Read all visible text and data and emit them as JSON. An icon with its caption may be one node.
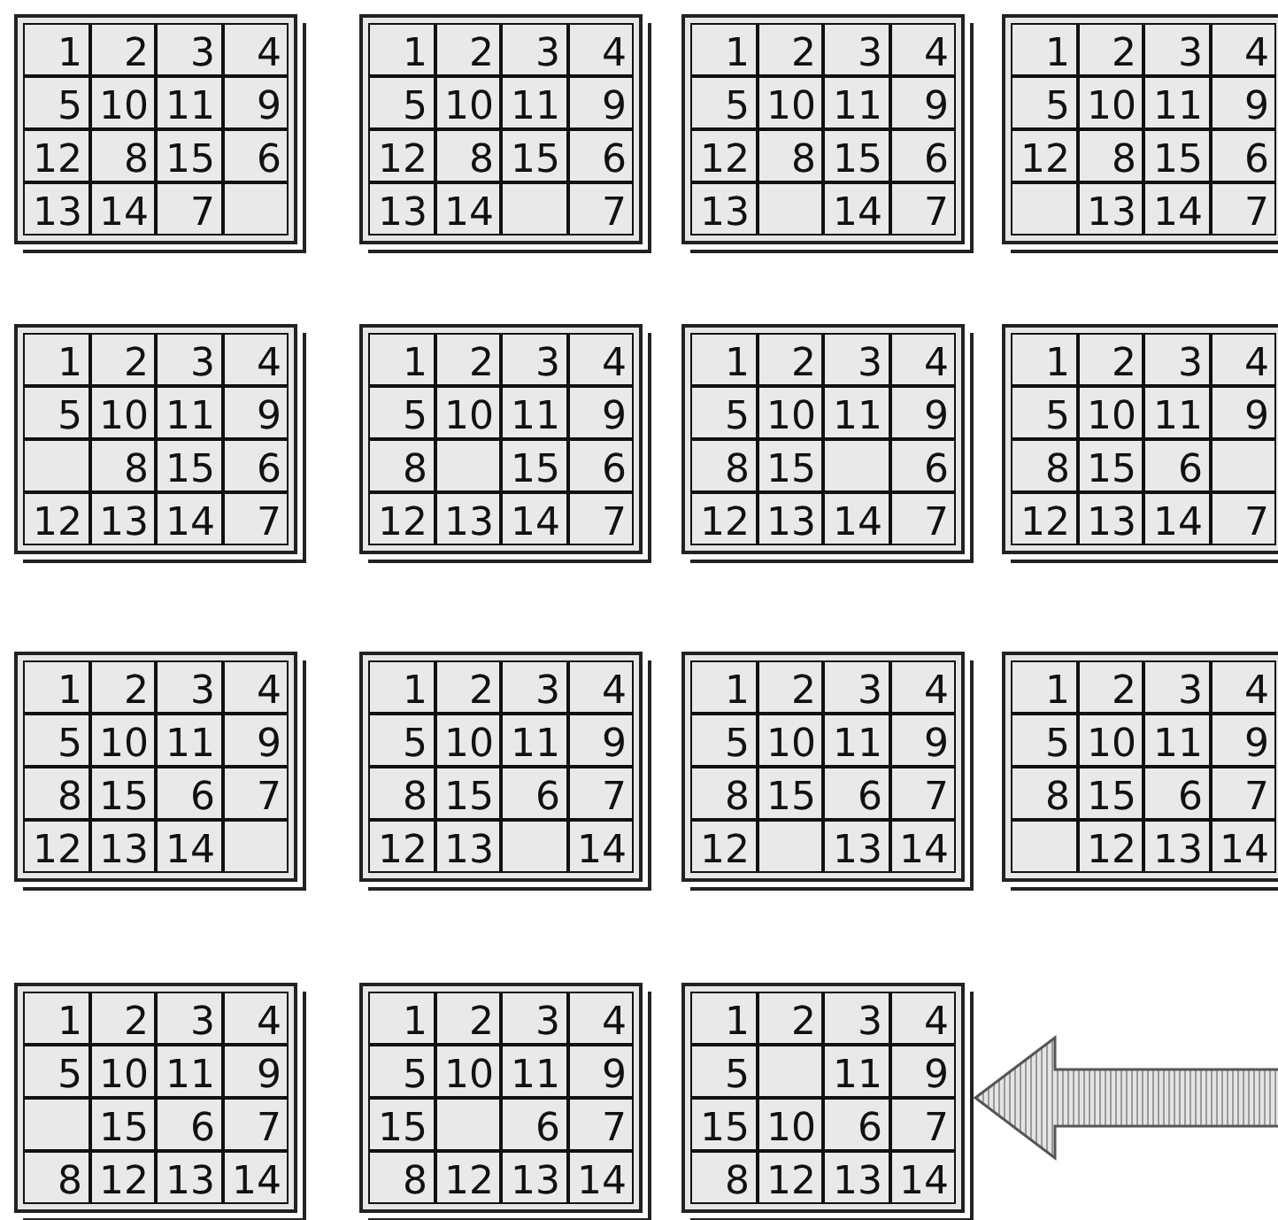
{
  "diagram": {
    "nodes": [
      {
        "text": [],
        "shape": "box"
      },
      {
        "text": [
          "1"
        ],
        "in": 0
      },
      {
        "text": [
          "2"
        ],
        "in": 0
      },
      {
        "text": [
          "3"
        ],
        "in": 0
      },
      {
        "text": [
          "4"
        ],
        "in": 0
      },
      {
        "text": [
          "5"
        ],
        "in": 0
      },
      {
        "text": [
          "10"
        ],
        "in": 0
      },
      {
        "text": [
          "11"
        ],
        "in": 0
      },
      {
        "text": [
          "9"
        ],
        "in": 0
      },
      {
        "text": [
          "12"
        ],
        "in": 0
      },
      {
        "text": [
          "8"
        ],
        "in": 0
      },
      {
        "text": [
          "15"
        ],
        "in": 0
      },
      {
        "text": [
          "6"
        ],
        "in": 0
      },
      {
        "text": [
          "13"
        ],
        "in": 0
      },
      {
        "text": [
          "14"
        ],
        "in": 0
      },
      {
        "text": [
          "7"
        ],
        "in": 0
      },
      {
        "text": [],
        "shape": "box",
        "in": 0
      },
      {
        "text": [],
        "shape": "box"
      },
      {
        "text": [
          "1"
        ],
        "in": 17
      },
      {
        "text": [
          "2"
        ],
        "in": 17
      },
      {
        "text": [
          "3"
        ],
        "in": 17
      },
      {
        "text": [
          "4"
        ],
        "in": 17
      },
      {
        "text": [
          "5"
        ],
        "in": 17
      },
      {
        "text": [
          "10"
        ],
        "in": 17
      },
      {
        "text": [
          "11"
        ],
        "in": 17
      },
      {
        "text": [
          "9"
        ],
        "in": 17
      },
      {
        "text": [
          "12"
        ],
        "in": 17
      },
      {
        "text": [
          "8"
        ],
        "in": 17
      },
      {
        "text": [
          "15"
        ],
        "in": 17
      },
      {
        "text": [
          "6"
        ],
        "in": 17
      },
      {
        "text": [
          "13"
        ],
        "in": 17
      },
      {
        "text": [
          "14"
        ],
        "in": 17
      },
      {
        "text": [],
        "shape": "box",
        "in": 17
      },
      {
        "text": [
          "7"
        ],
        "in": 17
      },
      {
        "text": [],
        "shape": "box"
      },
      {
        "text": [
          "1"
        ],
        "in": 34
      },
      {
        "text": [
          "2"
        ],
        "in": 34
      },
      {
        "text": [
          "3"
        ],
        "in": 34
      },
      {
        "text": [
          "4"
        ],
        "in": 34
      },
      {
        "text": [
          "5"
        ],
        "in": 34
      },
      {
        "text": [
          "10"
        ],
        "in": 34
      },
      {
        "text": [
          "11"
        ],
        "in": 34
      },
      {
        "text": [
          "9"
        ],
        "in": 34
      },
      {
        "text": [
          "12"
        ],
        "in": 34
      },
      {
        "text": [
          "8"
        ],
        "in": 34
      },
      {
        "text": [
          "15"
        ],
        "in": 34
      },
      {
        "text": [
          "6"
        ],
        "in": 34
      },
      {
        "text": [
          "13"
        ],
        "in": 34
      },
      {
        "text": [],
        "shape": "box",
        "in": 34
      },
      {
        "text": [
          "14"
        ],
        "in": 34
      },
      {
        "text": [
          "7"
        ],
        "in": 34
      },
      {
        "text": [],
        "shape": "box"
      },
      {
        "text": [
          "1"
        ],
        "in": 51
      },
      {
        "text": [
          "2"
        ],
        "in": 51
      },
      {
        "text": [
          "3"
        ],
        "in": 51
      },
      {
        "text": [
          "4"
        ],
        "in": 51
      },
      {
        "text": [
          "5"
        ],
        "in": 51
      },
      {
        "text": [
          "10"
        ],
        "in": 51
      },
      {
        "text": [
          "11"
        ],
        "in": 51
      },
      {
        "text": [
          "9"
        ],
        "in": 51
      },
      {
        "text": [
          "12"
        ],
        "in": 51
      },
      {
        "text": [
          "8"
        ],
        "in": 51
      },
      {
        "text": [
          "15"
        ],
        "in": 51
      },
      {
        "text": [
          "6"
        ],
        "in": 51
      },
      {
        "text": [],
        "shape": "box",
        "in": 51
      },
      {
        "text": [
          "13"
        ],
        "in": 51
      },
      {
        "text": [
          "14"
        ],
        "in": 51
      },
      {
        "text": [
          "7"
        ],
        "in": 51
      },
      {
        "text": [],
        "shape": "box"
      },
      {
        "text": [
          "1"
        ],
        "in": 68
      },
      {
        "text": [
          "2"
        ],
        "in": 68
      },
      {
        "text": [
          "3"
        ],
        "in": 68
      },
      {
        "text": [
          "4"
        ],
        "in": 68
      },
      {
        "text": [
          "5"
        ],
        "in": 68
      },
      {
        "text": [
          "10"
        ],
        "in": 68
      },
      {
        "text": [
          "11"
        ],
        "in": 68
      },
      {
        "text": [
          "9"
        ],
        "in": 68
      },
      {
        "text": [],
        "shape": "box",
        "in": 68
      },
      {
        "text": [
          "8"
        ],
        "in": 68
      },
      {
        "text": [
          "15"
        ],
        "in": 68
      },
      {
        "text": [
          "6"
        ],
        "in": 68
      },
      {
        "text": [
          "12"
        ],
        "in": 68
      },
      {
        "text": [
          "13"
        ],
        "in": 68
      },
      {
        "text": [
          "14"
        ],
        "in": 68
      },
      {
        "text": [
          "7"
        ],
        "in": 68
      },
      {
        "text": [],
        "shape": "box"
      },
      {
        "text": [
          "1"
        ],
        "in": 85
      },
      {
        "text": [
          "2"
        ],
        "in": 85
      },
      {
        "text": [
          "3"
        ],
        "in": 85
      },
      {
        "text": [
          "4"
        ],
        "in": 85
      },
      {
        "text": [
          "5"
        ],
        "in": 85
      },
      {
        "text": [
          "10"
        ],
        "in": 85
      },
      {
        "text": [
          "11"
        ],
        "in": 85
      },
      {
        "text": [
          "9"
        ],
        "in": 85
      },
      {
        "text": [
          "8"
        ],
        "in": 85
      },
      {
        "text": [],
        "shape": "box",
        "in": 85
      },
      {
        "text": [
          "15"
        ],
        "in": 85
      },
      {
        "text": [
          "6"
        ],
        "in": 85
      },
      {
        "text": [
          "12"
        ],
        "in": 85
      },
      {
        "text": [
          "13"
        ],
        "in": 85
      },
      {
        "text": [
          "14"
        ],
        "in": 85
      },
      {
        "text": [
          "7"
        ],
        "in": 85
      },
      {
        "text": [],
        "shape": "box"
      },
      {
        "text": [
          "1"
        ],
        "in": 102
      },
      {
        "text": [
          "2"
        ],
        "in": 102
      },
      {
        "text": [
          "3"
        ],
        "in": 102
      },
      {
        "text": [
          "4"
        ],
        "in": 102
      },
      {
        "text": [
          "5"
        ],
        "in": 102
      },
      {
        "text": [
          "10"
        ],
        "in": 102
      },
      {
        "text": [
          "11"
        ],
        "in": 102
      },
      {
        "text": [
          "9"
        ],
        "in": 102
      },
      {
        "text": [
          "8"
        ],
        "in": 102
      },
      {
        "text": [
          "15"
        ],
        "in": 102
      },
      {
        "text": [],
        "shape": "box",
        "in": 102
      },
      {
        "text": [
          "6"
        ],
        "in": 102
      },
      {
        "text": [
          "12"
        ],
        "in": 102
      },
      {
        "text": [
          "13"
        ],
        "in": 102
      },
      {
        "text": [
          "14"
        ],
        "in": 102
      },
      {
        "text": [
          "7"
        ],
        "in": 102
      },
      {
        "text": [],
        "shape": "box"
      },
      {
        "text": [
          "1"
        ],
        "in": 119
      },
      {
        "text": [
          "2"
        ],
        "in": 119
      },
      {
        "text": [
          "3"
        ],
        "in": 119
      },
      {
        "text": [
          "4"
        ],
        "in": 119
      },
      {
        "text": [
          "5"
        ],
        "in": 119
      },
      {
        "text": [
          "10"
        ],
        "in": 119
      },
      {
        "text": [
          "11"
        ],
        "in": 119
      },
      {
        "text": [
          "9"
        ],
        "in": 119
      },
      {
        "text": [
          "8"
        ],
        "in": 119
      },
      {
        "text": [
          "15"
        ],
        "in": 119
      },
      {
        "text": [
          "6"
        ],
        "in": 119
      },
      {
        "text": [],
        "shape": "box",
        "in": 119
      },
      {
        "text": [
          "12"
        ],
        "in": 119
      },
      {
        "text": [
          "13"
        ],
        "in": 119
      },
      {
        "text": [
          "14"
        ],
        "in": 119
      },
      {
        "text": [
          "7"
        ],
        "in": 119
      },
      {
        "text": [],
        "shape": "box"
      },
      {
        "text": [
          "1"
        ],
        "in": 136
      },
      {
        "text": [
          "2"
        ],
        "in": 136
      },
      {
        "text": [
          "3"
        ],
        "in": 136
      },
      {
        "text": [
          "4"
        ],
        "in": 136
      },
      {
        "text": [
          "5"
        ],
        "in": 136
      },
      {
        "text": [
          "10"
        ],
        "in": 136
      },
      {
        "text": [
          "11"
        ],
        "in": 136
      },
      {
        "text": [
          "9"
        ],
        "in": 136
      },
      {
        "text": [
          "8"
        ],
        "in": 136
      },
      {
        "text": [
          "15"
        ],
        "in": 136
      },
      {
        "text": [
          "6"
        ],
        "in": 136
      },
      {
        "text": [
          "7"
        ],
        "in": 136
      },
      {
        "text": [
          "12"
        ],
        "in": 136
      },
      {
        "text": [
          "13"
        ],
        "in": 136
      },
      {
        "text": [
          "14"
        ],
        "in": 136
      },
      {
        "text": [],
        "shape": "box",
        "in": 136
      },
      {
        "text": [],
        "shape": "box"
      },
      {
        "text": [
          "1"
        ],
        "in": 153
      },
      {
        "text": [
          "2"
        ],
        "in": 153
      },
      {
        "text": [
          "3"
        ],
        "in": 153
      },
      {
        "text": [
          "4"
        ],
        "in": 153
      },
      {
        "text": [
          "5"
        ],
        "in": 153
      },
      {
        "text": [
          "10"
        ],
        "in": 153
      },
      {
        "text": [
          "11"
        ],
        "in": 153
      },
      {
        "text": [
          "9"
        ],
        "in": 153
      },
      {
        "text": [
          "8"
        ],
        "in": 153
      },
      {
        "text": [
          "15"
        ],
        "in": 153
      },
      {
        "text": [
          "6"
        ],
        "in": 153
      },
      {
        "text": [
          "7"
        ],
        "in": 153
      },
      {
        "text": [
          "12"
        ],
        "in": 153
      },
      {
        "text": [
          "13"
        ],
        "in": 153
      },
      {
        "text": [],
        "shape": "box",
        "in": 153
      },
      {
        "text": [
          "14"
        ],
        "in": 153
      },
      {
        "text": [],
        "shape": "box"
      },
      {
        "text": [
          "1"
        ],
        "in": 170
      },
      {
        "text": [
          "2"
        ],
        "in": 170
      },
      {
        "text": [
          "3"
        ],
        "in": 170
      },
      {
        "text": [
          "4"
        ],
        "in": 170
      },
      {
        "text": [
          "5"
        ],
        "in": 170
      },
      {
        "text": [
          "10"
        ],
        "in": 170
      },
      {
        "text": [
          "11"
        ],
        "in": 170
      },
      {
        "text": [
          "9"
        ],
        "in": 170
      },
      {
        "text": [
          "8"
        ],
        "in": 170
      },
      {
        "text": [
          "15"
        ],
        "in": 170
      },
      {
        "text": [
          "6"
        ],
        "in": 170
      },
      {
        "text": [
          "7"
        ],
        "in": 170
      },
      {
        "text": [
          "12"
        ],
        "in": 170
      },
      {
        "text": [],
        "shape": "box",
        "in": 170
      },
      {
        "text": [
          "13"
        ],
        "in": 170
      },
      {
        "text": [
          "14"
        ],
        "in": 170
      },
      {
        "text": [],
        "shape": "box"
      },
      {
        "text": [
          "1"
        ],
        "in": 187
      },
      {
        "text": [
          "2"
        ],
        "in": 187
      },
      {
        "text": [
          "3"
        ],
        "in": 187
      },
      {
        "text": [
          "4"
        ],
        "in": 187
      },
      {
        "text": [
          "5"
        ],
        "in": 187
      },
      {
        "text": [
          "10"
        ],
        "in": 187
      },
      {
        "text": [
          "11"
        ],
        "in": 187
      },
      {
        "text": [
          "9"
        ],
        "in": 187
      },
      {
        "text": [
          "8"
        ],
        "in": 187
      },
      {
        "text": [
          "15"
        ],
        "in": 187
      },
      {
        "text": [
          "6"
        ],
        "in": 187
      },
      {
        "text": [
          "7"
        ],
        "in": 187
      },
      {
        "text": [],
        "shape": "box",
        "in": 187
      },
      {
        "text": [
          "12"
        ],
        "in": 187
      },
      {
        "text": [
          "13"
        ],
        "in": 187
      },
      {
        "text": [
          "14"
        ],
        "in": 187
      },
      {
        "text": [],
        "shape": "box"
      },
      {
        "text": [
          "1"
        ],
        "in": 204
      },
      {
        "text": [
          "2"
        ],
        "in": 204
      },
      {
        "text": [
          "3"
        ],
        "in": 204
      },
      {
        "text": [
          "4"
        ],
        "in": 204
      },
      {
        "text": [
          "5"
        ],
        "in": 204
      },
      {
        "text": [
          "10"
        ],
        "in": 204
      },
      {
        "text": [
          "11"
        ],
        "in": 204
      },
      {
        "text": [
          "9"
        ],
        "in": 204
      },
      {
        "text": [],
        "shape": "box",
        "in": 204
      },
      {
        "text": [
          "15"
        ],
        "in": 204
      },
      {
        "text": [
          "6"
        ],
        "in": 204
      },
      {
        "text": [
          "7"
        ],
        "in": 204
      },
      {
        "text": [
          "8"
        ],
        "in": 204
      },
      {
        "text": [
          "12"
        ],
        "in": 204
      },
      {
        "text": [
          "13"
        ],
        "in": 204
      },
      {
        "text": [
          "14"
        ],
        "in": 204
      },
      {
        "text": [],
        "shape": "box"
      },
      {
        "text": [
          "1"
        ],
        "in": 221
      },
      {
        "text": [
          "2"
        ],
        "in": 221
      },
      {
        "text": [
          "3"
        ],
        "in": 221
      },
      {
        "text": [
          "4"
        ],
        "in": 221
      },
      {
        "text": [
          "5"
        ],
        "in": 221
      },
      {
        "text": [
          "10"
        ],
        "in": 221
      },
      {
        "text": [
          "11"
        ],
        "in": 221
      },
      {
        "text": [
          "9"
        ],
        "in": 221
      },
      {
        "text": [
          "15"
        ],
        "in": 221
      },
      {
        "text": [],
        "shape": "box",
        "in": 221
      },
      {
        "text": [
          "6"
        ],
        "in": 221
      },
      {
        "text": [
          "7"
        ],
        "in": 221
      },
      {
        "text": [
          "8"
        ],
        "in": 221
      },
      {
        "text": [
          "12"
        ],
        "in": 221
      },
      {
        "text": [
          "13"
        ],
        "in": 221
      },
      {
        "text": [
          "14"
        ],
        "in": 221
      },
      {
        "text": [],
        "shape": "box"
      },
      {
        "text": [
          "1"
        ],
        "in": 238
      },
      {
        "text": [
          "2"
        ],
        "in": 238
      },
      {
        "text": [
          "3"
        ],
        "in": 238
      },
      {
        "text": [
          "4"
        ],
        "in": 238
      },
      {
        "text": [
          "5"
        ],
        "in": 238
      },
      {
        "text": [],
        "shape": "box",
        "in": 238
      },
      {
        "text": [
          "11"
        ],
        "in": 238
      },
      {
        "text": [
          "9"
        ],
        "in": 238
      },
      {
        "text": [
          "15"
        ],
        "in": 238
      },
      {
        "text": [
          "10"
        ],
        "in": 238
      },
      {
        "text": [
          "6"
        ],
        "in": 238
      },
      {
        "text": [
          "7"
        ],
        "in": 238
      },
      {
        "text": [
          "8"
        ],
        "in": 238
      },
      {
        "text": [
          "12"
        ],
        "in": 238
      },
      {
        "text": [
          "13"
        ],
        "in": 238
      },
      {
        "text": [
          "14"
        ],
        "in": 238
      }
    ],
    "edges": [
      {
        "from": null,
        "to": 238,
        "arrow": "to"
      }
    ]
  }
}
